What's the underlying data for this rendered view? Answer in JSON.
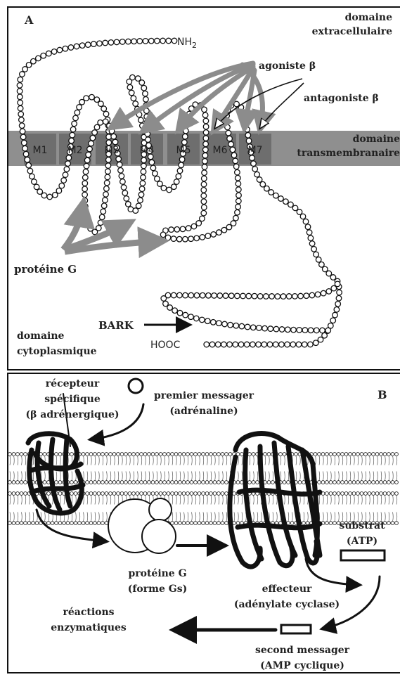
{
  "panel_a": {
    "letter": "A",
    "extracellular": [
      "domaine",
      "extracellulaire"
    ],
    "transmembrane": [
      "domaine",
      "transmembranaire"
    ],
    "cytoplasmic": [
      "domaine",
      "cytoplasmique"
    ],
    "nh2": "NH",
    "nh2_sub": "2",
    "agonist": "agoniste β",
    "antagonist": "antagoniste β",
    "g_protein": "protéine G",
    "bark": "BARK",
    "hooc": "HOOC",
    "helices": [
      "M1",
      "M2",
      "M3",
      "M4",
      "M5",
      "M6",
      "M7"
    ]
  },
  "panel_b": {
    "letter": "B",
    "receptor": [
      "récepteur",
      "spécifique",
      "(β adrénergique)"
    ],
    "first_messenger": [
      "premier messager",
      "(adrénaline)"
    ],
    "substrate": [
      "substrat",
      "(ATP)"
    ],
    "g_protein": [
      "protéine G",
      "(forme Gs)"
    ],
    "effector": [
      "effecteur",
      "(adénylate cyclase)"
    ],
    "reactions": [
      "réactions",
      "enzymatiques"
    ],
    "second_messenger": [
      "second messager",
      "(AMP cyclique)"
    ]
  },
  "colors": {
    "band": "#8f8f8f",
    "helix_box": "#6e6e6e",
    "agonist_arrow": "#8c8c8c",
    "ink": "#111111"
  }
}
